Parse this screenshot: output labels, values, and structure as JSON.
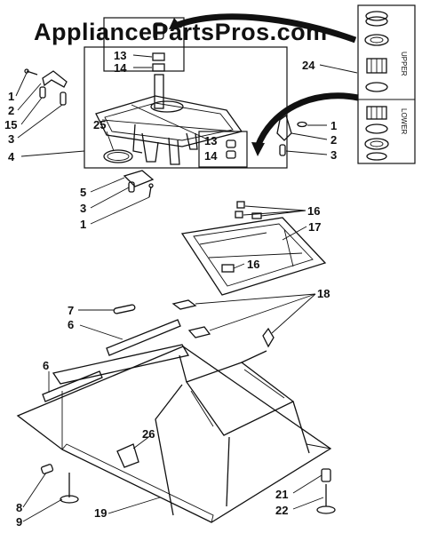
{
  "watermark": "AppliancePartsPros.com",
  "bearing_inset": {
    "upper_label": "UPPER",
    "lower_label": "LOWER"
  },
  "callouts": [
    {
      "key": "c1_top_left",
      "label": "1"
    },
    {
      "key": "c2_top_left",
      "label": "2"
    },
    {
      "key": "c15",
      "label": "15"
    },
    {
      "key": "c3_top_left",
      "label": "3"
    },
    {
      "key": "c4",
      "label": "4"
    },
    {
      "key": "c25",
      "label": "25"
    },
    {
      "key": "c13_top",
      "label": "13"
    },
    {
      "key": "c14_top",
      "label": "14"
    },
    {
      "key": "c24",
      "label": "24"
    },
    {
      "key": "c13_box",
      "label": "13"
    },
    {
      "key": "c14_box",
      "label": "14"
    },
    {
      "key": "c1_right",
      "label": "1"
    },
    {
      "key": "c2_right",
      "label": "2"
    },
    {
      "key": "c3_right",
      "label": "3"
    },
    {
      "key": "c5",
      "label": "5"
    },
    {
      "key": "c3_mid",
      "label": "3"
    },
    {
      "key": "c1_mid",
      "label": "1"
    },
    {
      "key": "c16_top",
      "label": "16"
    },
    {
      "key": "c17",
      "label": "17"
    },
    {
      "key": "c16_mid",
      "label": "16"
    },
    {
      "key": "c18",
      "label": "18"
    },
    {
      "key": "c7",
      "label": "7"
    },
    {
      "key": "c6_upper",
      "label": "6"
    },
    {
      "key": "c6_lower",
      "label": "6"
    },
    {
      "key": "c26",
      "label": "26"
    },
    {
      "key": "c21",
      "label": "21"
    },
    {
      "key": "c22",
      "label": "22"
    },
    {
      "key": "c8",
      "label": "8"
    },
    {
      "key": "c9",
      "label": "9"
    },
    {
      "key": "c19",
      "label": "19"
    }
  ]
}
